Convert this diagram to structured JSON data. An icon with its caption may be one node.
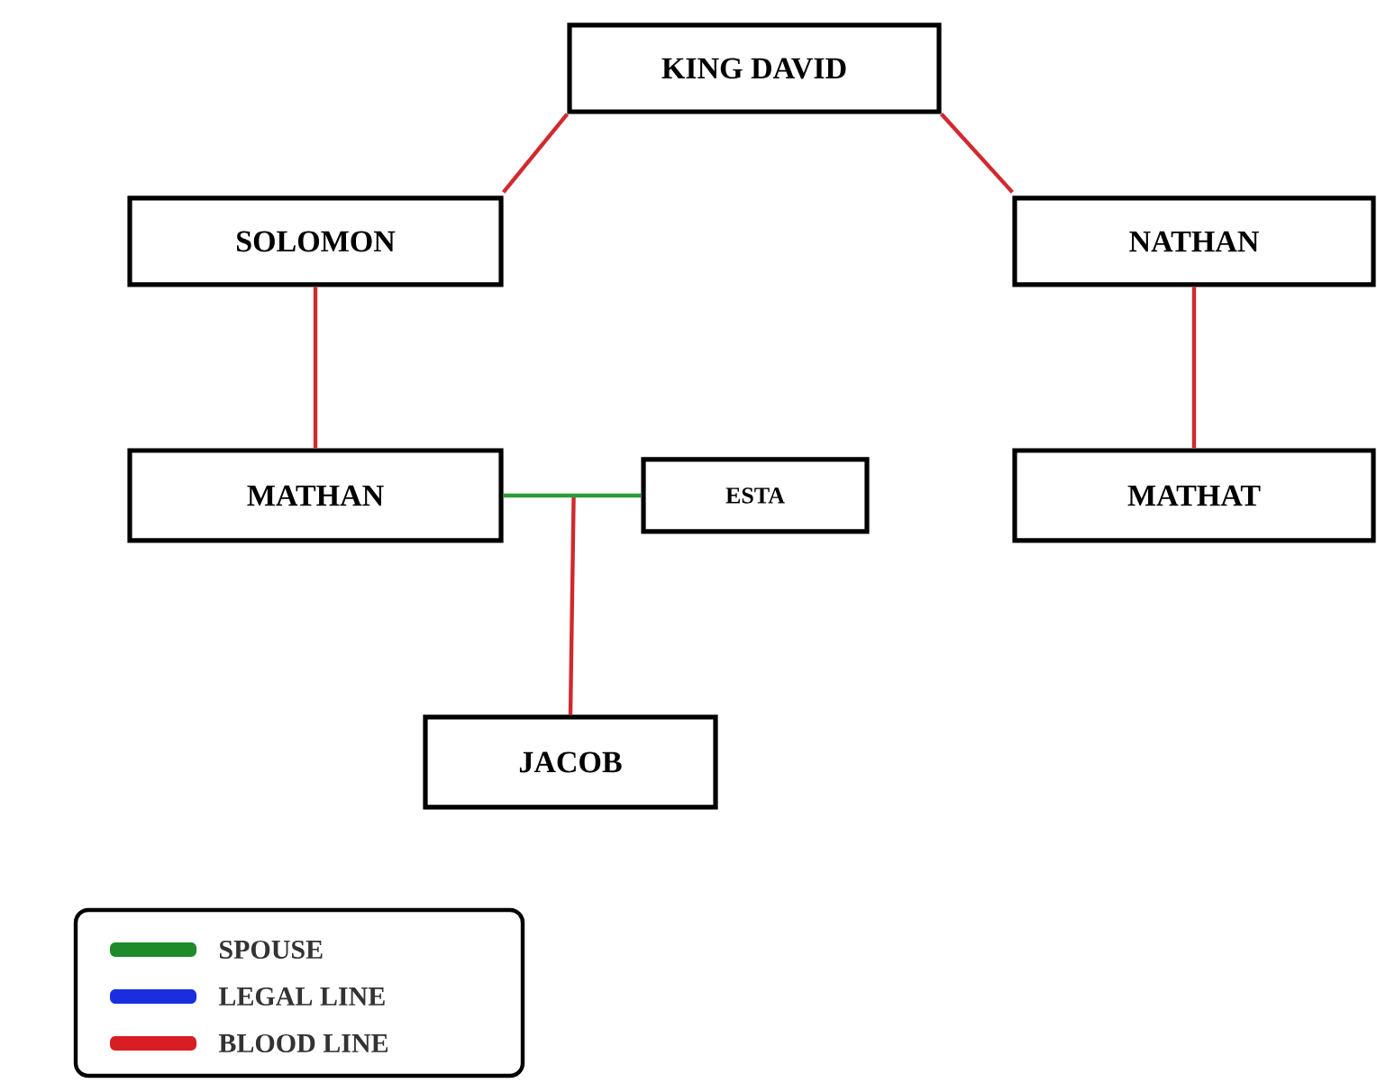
{
  "diagram": {
    "nodes": [
      {
        "text": [
          "KING DAVID"
        ]
      },
      {
        "text": [
          "SOLOMON"
        ]
      },
      {
        "text": [
          "NATHAN"
        ]
      },
      {
        "text": [
          "MATHAN"
        ]
      },
      {
        "text": [
          "ESTA"
        ]
      },
      {
        "text": [
          "MATHAT"
        ]
      },
      {
        "text": [
          "JACOB"
        ]
      }
    ],
    "edges": [
      {
        "from": 0,
        "to": 1,
        "arrow": "none"
      },
      {
        "from": 0,
        "to": 2,
        "arrow": "none"
      },
      {
        "from": 1,
        "to": 3,
        "arrow": "none"
      },
      {
        "from": 2,
        "to": 5,
        "arrow": "none"
      },
      {
        "from": 3,
        "to": 4,
        "arrow": "none",
        "color": "#2e9a36"
      },
      {
        "from": 3,
        "to": 6,
        "arrow": "none"
      },
      {
        "from": 4,
        "to": 6,
        "arrow": "none"
      }
    ],
    "legend": [
      {
        "text": "SPOUSE",
        "color": "#1e8a2a"
      },
      {
        "text": "LEGAL LINE",
        "color": "#1a2ee0"
      },
      {
        "text": "BLOOD LINE",
        "color": "#d81e22"
      }
    ]
  }
}
